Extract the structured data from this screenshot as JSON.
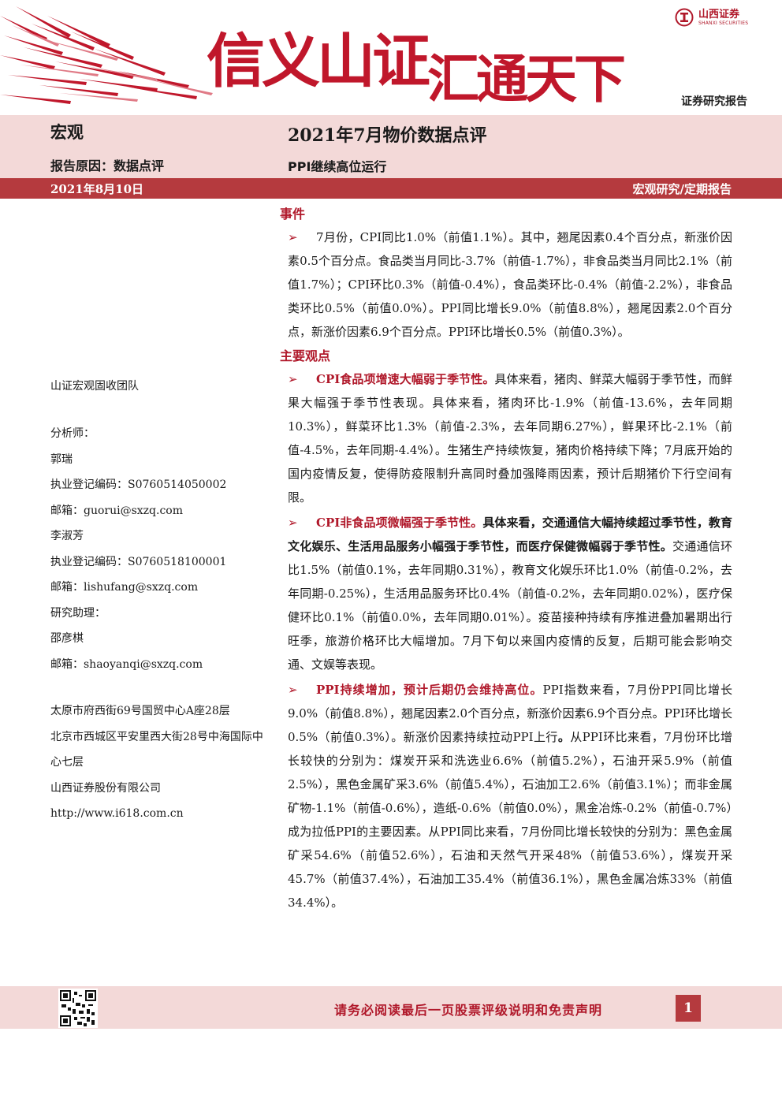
{
  "header": {
    "slogan_a": "信义山证",
    "slogan_b": "汇通天下",
    "logo_name": "山西证券",
    "logo_sub": "SHANXI SECURITIES",
    "report_type": "证券研究报告"
  },
  "title_band": {
    "category": "宏观",
    "title": "2021年7月物价数据点评",
    "reason": "报告原因：数据点评",
    "subtitle": "PPI继续高位运行",
    "date": "2021年8月10日",
    "series": "宏观研究/定期报告"
  },
  "sidebar": {
    "team": "山证宏观固收团队",
    "analyst_label": "分析师：",
    "analyst1_name": "郭瑞",
    "analyst1_cert": "执业登记编码：S0760514050002",
    "analyst1_email": "邮箱：guorui@sxzq.com",
    "analyst2_name": "李淑芳",
    "analyst2_cert": "执业登记编码：S0760518100001",
    "analyst2_email": "邮箱：lishufang@sxzq.com",
    "assistant_label": "研究助理：",
    "assistant_name": "邵彦棋",
    "assistant_email": "邮箱：shaoyanqi@sxzq.com",
    "addr1": "太原市府西街69号国贸中心A座28层",
    "addr2": "北京市西城区平安里西大街28号中海国际中心七层",
    "company": "山西证券股份有限公司",
    "website": "http://www.i618.com.cn"
  },
  "main": {
    "event_heading": "事件",
    "event_text": "7月份，CPI同比1.0%（前值1.1%）。其中，翘尾因素0.4个百分点，新涨价因素0.5个百分点。食品类当月同比-3.7%（前值-1.7%），非食品类当月同比2.1%（前值1.7%）；CPI环比0.3%（前值-0.4%），食品类环比-0.4%（前值-2.2%），非食品类环比0.5%（前值0.0%）。PPI同比增长9.0%（前值8.8%），翘尾因素2.0个百分点，新涨价因素6.9个百分点。PPI环比增长0.5%（前值0.3%）。",
    "views_heading": "主要观点",
    "p1_highlight": "CPI食品项增速大幅弱于季节性。",
    "p1_text": "具体来看，猪肉、鲜菜大幅弱于季节性，而鲜果大幅强于季节性表现。具体来看，猪肉环比-1.9%（前值-13.6%，去年同期10.3%），鲜菜环比1.3%（前值-2.3%，去年同期6.27%），鲜果环比-2.1%（前值-4.5%，去年同期-4.4%）。生猪生产持续恢复，猪肉价格持续下降；7月底开始的国内疫情反复，使得防疫限制升高同时叠加强降雨因素，预计后期猪价下行空间有限。",
    "p2_highlight": "CPI非食品项微幅强于季节性。",
    "p2_bold": "具体来看，交通通信大幅持续超过季节性，教育文化娱乐、生活用品服务小幅强于季节性，而医疗保健微幅弱于季节性。",
    "p2_text": "交通通信环比1.5%（前值0.1%，去年同期0.31%），教育文化娱乐环比1.0%（前值-0.2%，去年同期-0.25%），生活用品服务环比0.4%（前值-0.2%，去年同期0.02%），医疗保健环比0.1%（前值0.0%，去年同期0.01%）。疫苗接种持续有序推进叠加暑期出行旺季，旅游价格环比大幅增加。7月下旬以来国内疫情的反复，后期可能会影响交通、文娱等表现。",
    "p3_highlight": "PPI持续增加，预计后期仍会维持高位。",
    "p3_text1": "PPI指数来看，7月份PPI同比增长9.0%（前值8.8%），翘尾因素2.0个百分点，新涨价因素6.9个百分点。PPI环比增长0.5%（前值0.3%）。新涨价因素持续拉动PPI上行",
    "p3_dot": "。",
    "p3_text2": "从PPI环比来看，7月份环比增长较快的分别为：煤炭开采和洗选业6.6%（前值5.2%），石油开采5.9%（前值2.5%），黑色金属矿采3.6%（前值5.4%），石油加工2.6%（前值3.1%）；而非金属矿物-1.1%（前值-0.6%），造纸-0.6%（前值0.0%），黑金冶炼-0.2%（前值-0.7%）成为拉低PPI的主要因素。从PPI同比来看，7月份同比增长较快的分别为：黑色金属矿采54.6%（前值52.6%），石油和天然气开采48%（前值53.6%），煤炭开采45.7%（前值37.4%），石油加工35.4%（前值36.1%），黑色金属冶炼33%（前值34.4%）。"
  },
  "footer": {
    "disclaimer": "请务必阅读最后一页股票评级说明和免责声明",
    "page": "1"
  },
  "colors": {
    "brand_red": "#b0182a",
    "band_pink": "#f3d9d8",
    "band_red": "#b53a3e"
  },
  "icons": {
    "arrow": "arrow-bullet-icon",
    "qr": "qr-code-icon",
    "logo": "shanxi-securities-logo-icon"
  }
}
